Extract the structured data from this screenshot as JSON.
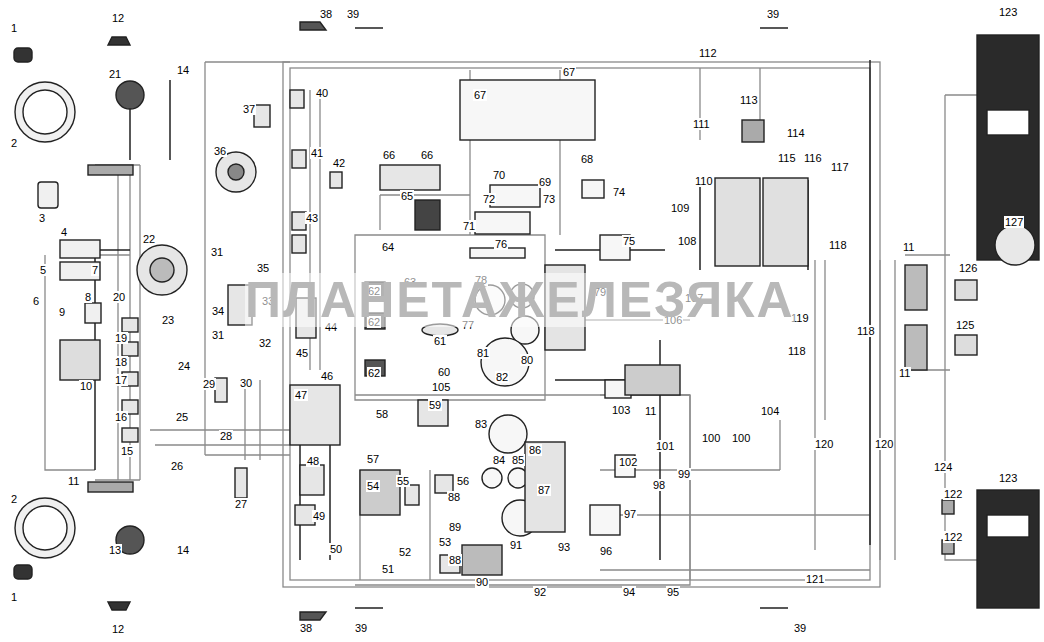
{
  "diagram": {
    "labels": [
      "1",
      "12",
      "38",
      "39",
      "39",
      "123",
      "14",
      "21",
      "112",
      "2",
      "67",
      "67",
      "40",
      "113",
      "37",
      "111",
      "114",
      "36",
      "41",
      "42",
      "66",
      "66",
      "115",
      "116",
      "117",
      "68",
      "110",
      "70",
      "69",
      "3",
      "65",
      "72",
      "73",
      "74",
      "109",
      "127",
      "108",
      "43",
      "4",
      "71",
      "76",
      "22",
      "64",
      "75",
      "118",
      "11",
      "5",
      "7",
      "31",
      "35",
      "126",
      "63",
      "78",
      "6",
      "8",
      "62",
      "62",
      "62",
      "79",
      "107",
      "20",
      "33",
      "34",
      "9",
      "23",
      "44",
      "106",
      "119",
      "125",
      "118",
      "19",
      "31",
      "32",
      "77",
      "61",
      "18",
      "45",
      "118",
      "11",
      "10",
      "17",
      "24",
      "81",
      "80",
      "60",
      "105",
      "82",
      "16",
      "25",
      "29",
      "30",
      "46",
      "58",
      "59",
      "83",
      "103",
      "104",
      "100",
      "100",
      "101",
      "102",
      "11",
      "28",
      "47",
      "26",
      "86",
      "57",
      "84",
      "85",
      "99",
      "48",
      "15",
      "27",
      "11",
      "55",
      "56",
      "54",
      "98",
      "87",
      "88",
      "120",
      "120",
      "97",
      "89",
      "49",
      "50",
      "53",
      "96",
      "93",
      "91",
      "88",
      "90",
      "51",
      "52",
      "92",
      "94",
      "95",
      "121",
      "122",
      "122",
      "124",
      "123",
      "2",
      "13",
      "14",
      "1",
      "12",
      "38",
      "39",
      "39",
      "ПЛАНЕТАЖЕЛЕЗЯКА"
    ]
  }
}
